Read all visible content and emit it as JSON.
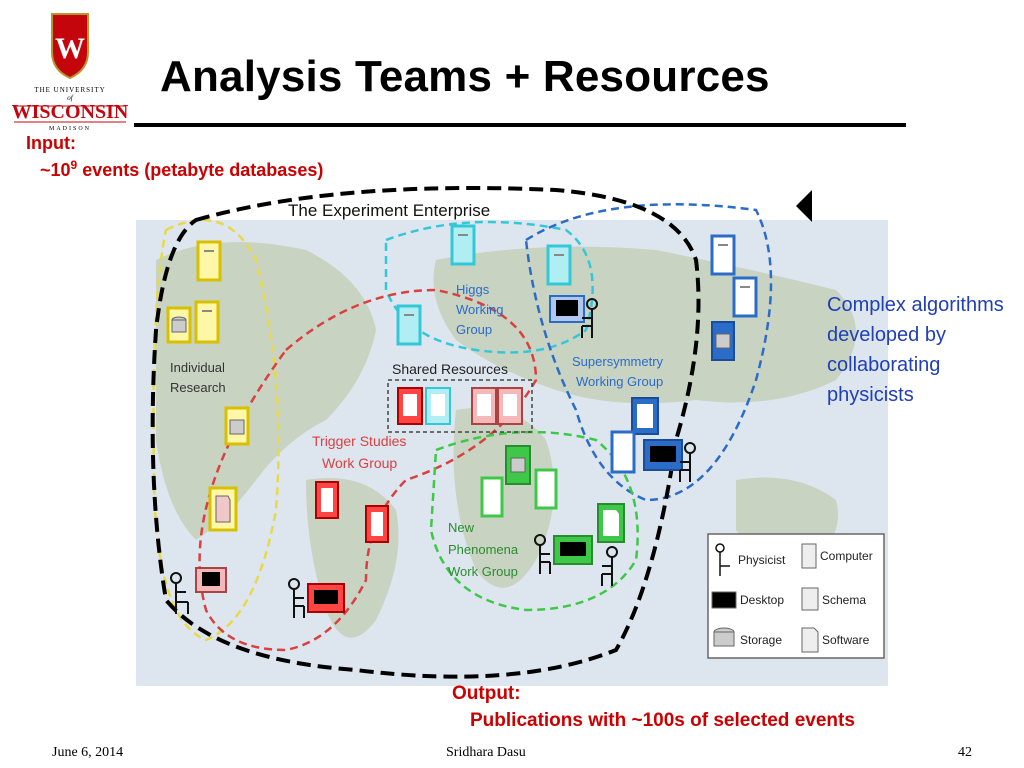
{
  "slide": {
    "title": "Analysis Teams + Resources",
    "logo_text": "THE UNIVERSITY of WISCONSIN MADISON",
    "input_label": "Input:",
    "input_prefix": "~10",
    "input_exp": "9",
    "input_suffix": " events (petabyte databases)",
    "side_note": "Complex algorithms developed by collaborating physicists",
    "output_label": "Output:",
    "output_text": "Publications with ~100s of selected events",
    "footer_date": "June 6, 2014",
    "footer_author": "Sridhara Dasu",
    "footer_page": "42"
  },
  "diagram": {
    "enterprise_label": "The Experiment  Enterprise",
    "groups": [
      {
        "id": "individual",
        "line1": "Individual",
        "line2": "Research",
        "line3": "",
        "color": "#e8d94a"
      },
      {
        "id": "higgs",
        "line1": "Higgs",
        "line2": "Working",
        "line3": "Group",
        "color": "#33c8d8"
      },
      {
        "id": "susy",
        "line1": "Supersymmetry",
        "line2": "Working Group",
        "line3": "",
        "color": "#2a6cc8"
      },
      {
        "id": "trigger",
        "line1": "Trigger Studies",
        "line2": "Work Group",
        "line3": "",
        "color": "#d94040"
      },
      {
        "id": "newphen",
        "line1": "New",
        "line2": "Phenomena",
        "line3": "Work Group",
        "color": "#3ec848"
      }
    ],
    "shared_label": "Shared Resources",
    "legend": [
      {
        "label": "Physicist"
      },
      {
        "label": "Computer"
      },
      {
        "label": "Desktop"
      },
      {
        "label": "Schema"
      },
      {
        "label": "Storage"
      },
      {
        "label": "Software"
      }
    ]
  }
}
